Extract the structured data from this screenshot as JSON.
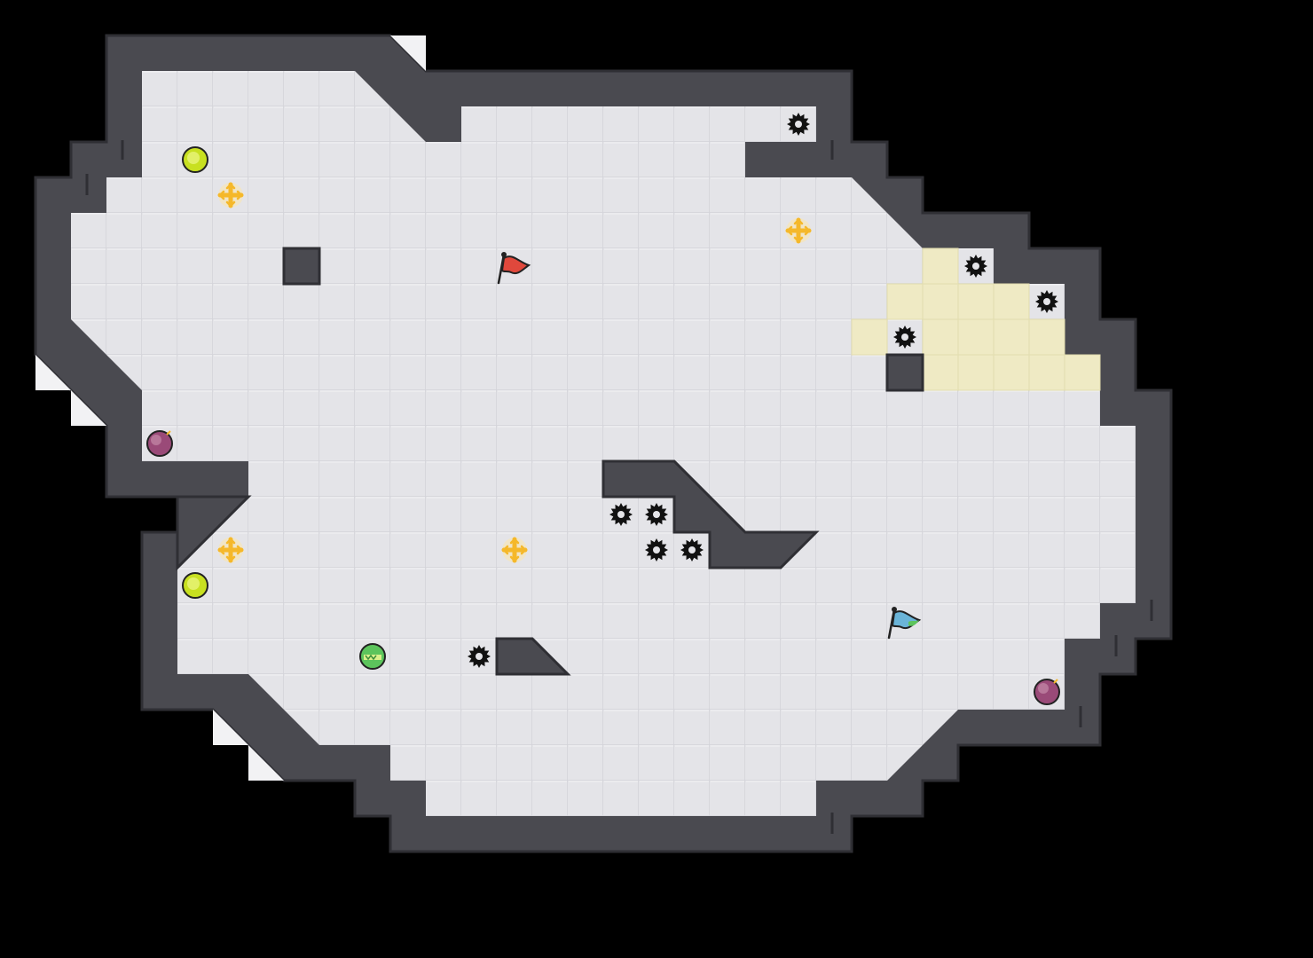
{
  "level": {
    "grid_cell": "40px",
    "colors": {
      "background": "#000000",
      "floor": "#e4e4e8",
      "floor_grid": "#d6d6dc",
      "wall": "#4a4a50",
      "wall_edge": "#2f2f34",
      "highlight_zone": "#efeac4",
      "red_flag": "#e0483c",
      "blue_flag": "#6ab4d8",
      "boost": "#f5b82a",
      "bomb": "#9a4a78",
      "powerup": "#c8e020",
      "juke_juice": "#5cc45c"
    },
    "entities": [
      {
        "type": "red-flag",
        "icon": "red-flag-icon"
      },
      {
        "type": "blue-flag",
        "icon": "blue-flag-icon"
      },
      {
        "type": "boost",
        "icon": "boost-icon"
      },
      {
        "type": "bomb",
        "icon": "bomb-icon"
      },
      {
        "type": "powerup",
        "icon": "powerup-icon"
      },
      {
        "type": "spike",
        "icon": "spike-icon"
      },
      {
        "type": "juke-juice",
        "icon": "juke-juice-icon"
      }
    ]
  }
}
